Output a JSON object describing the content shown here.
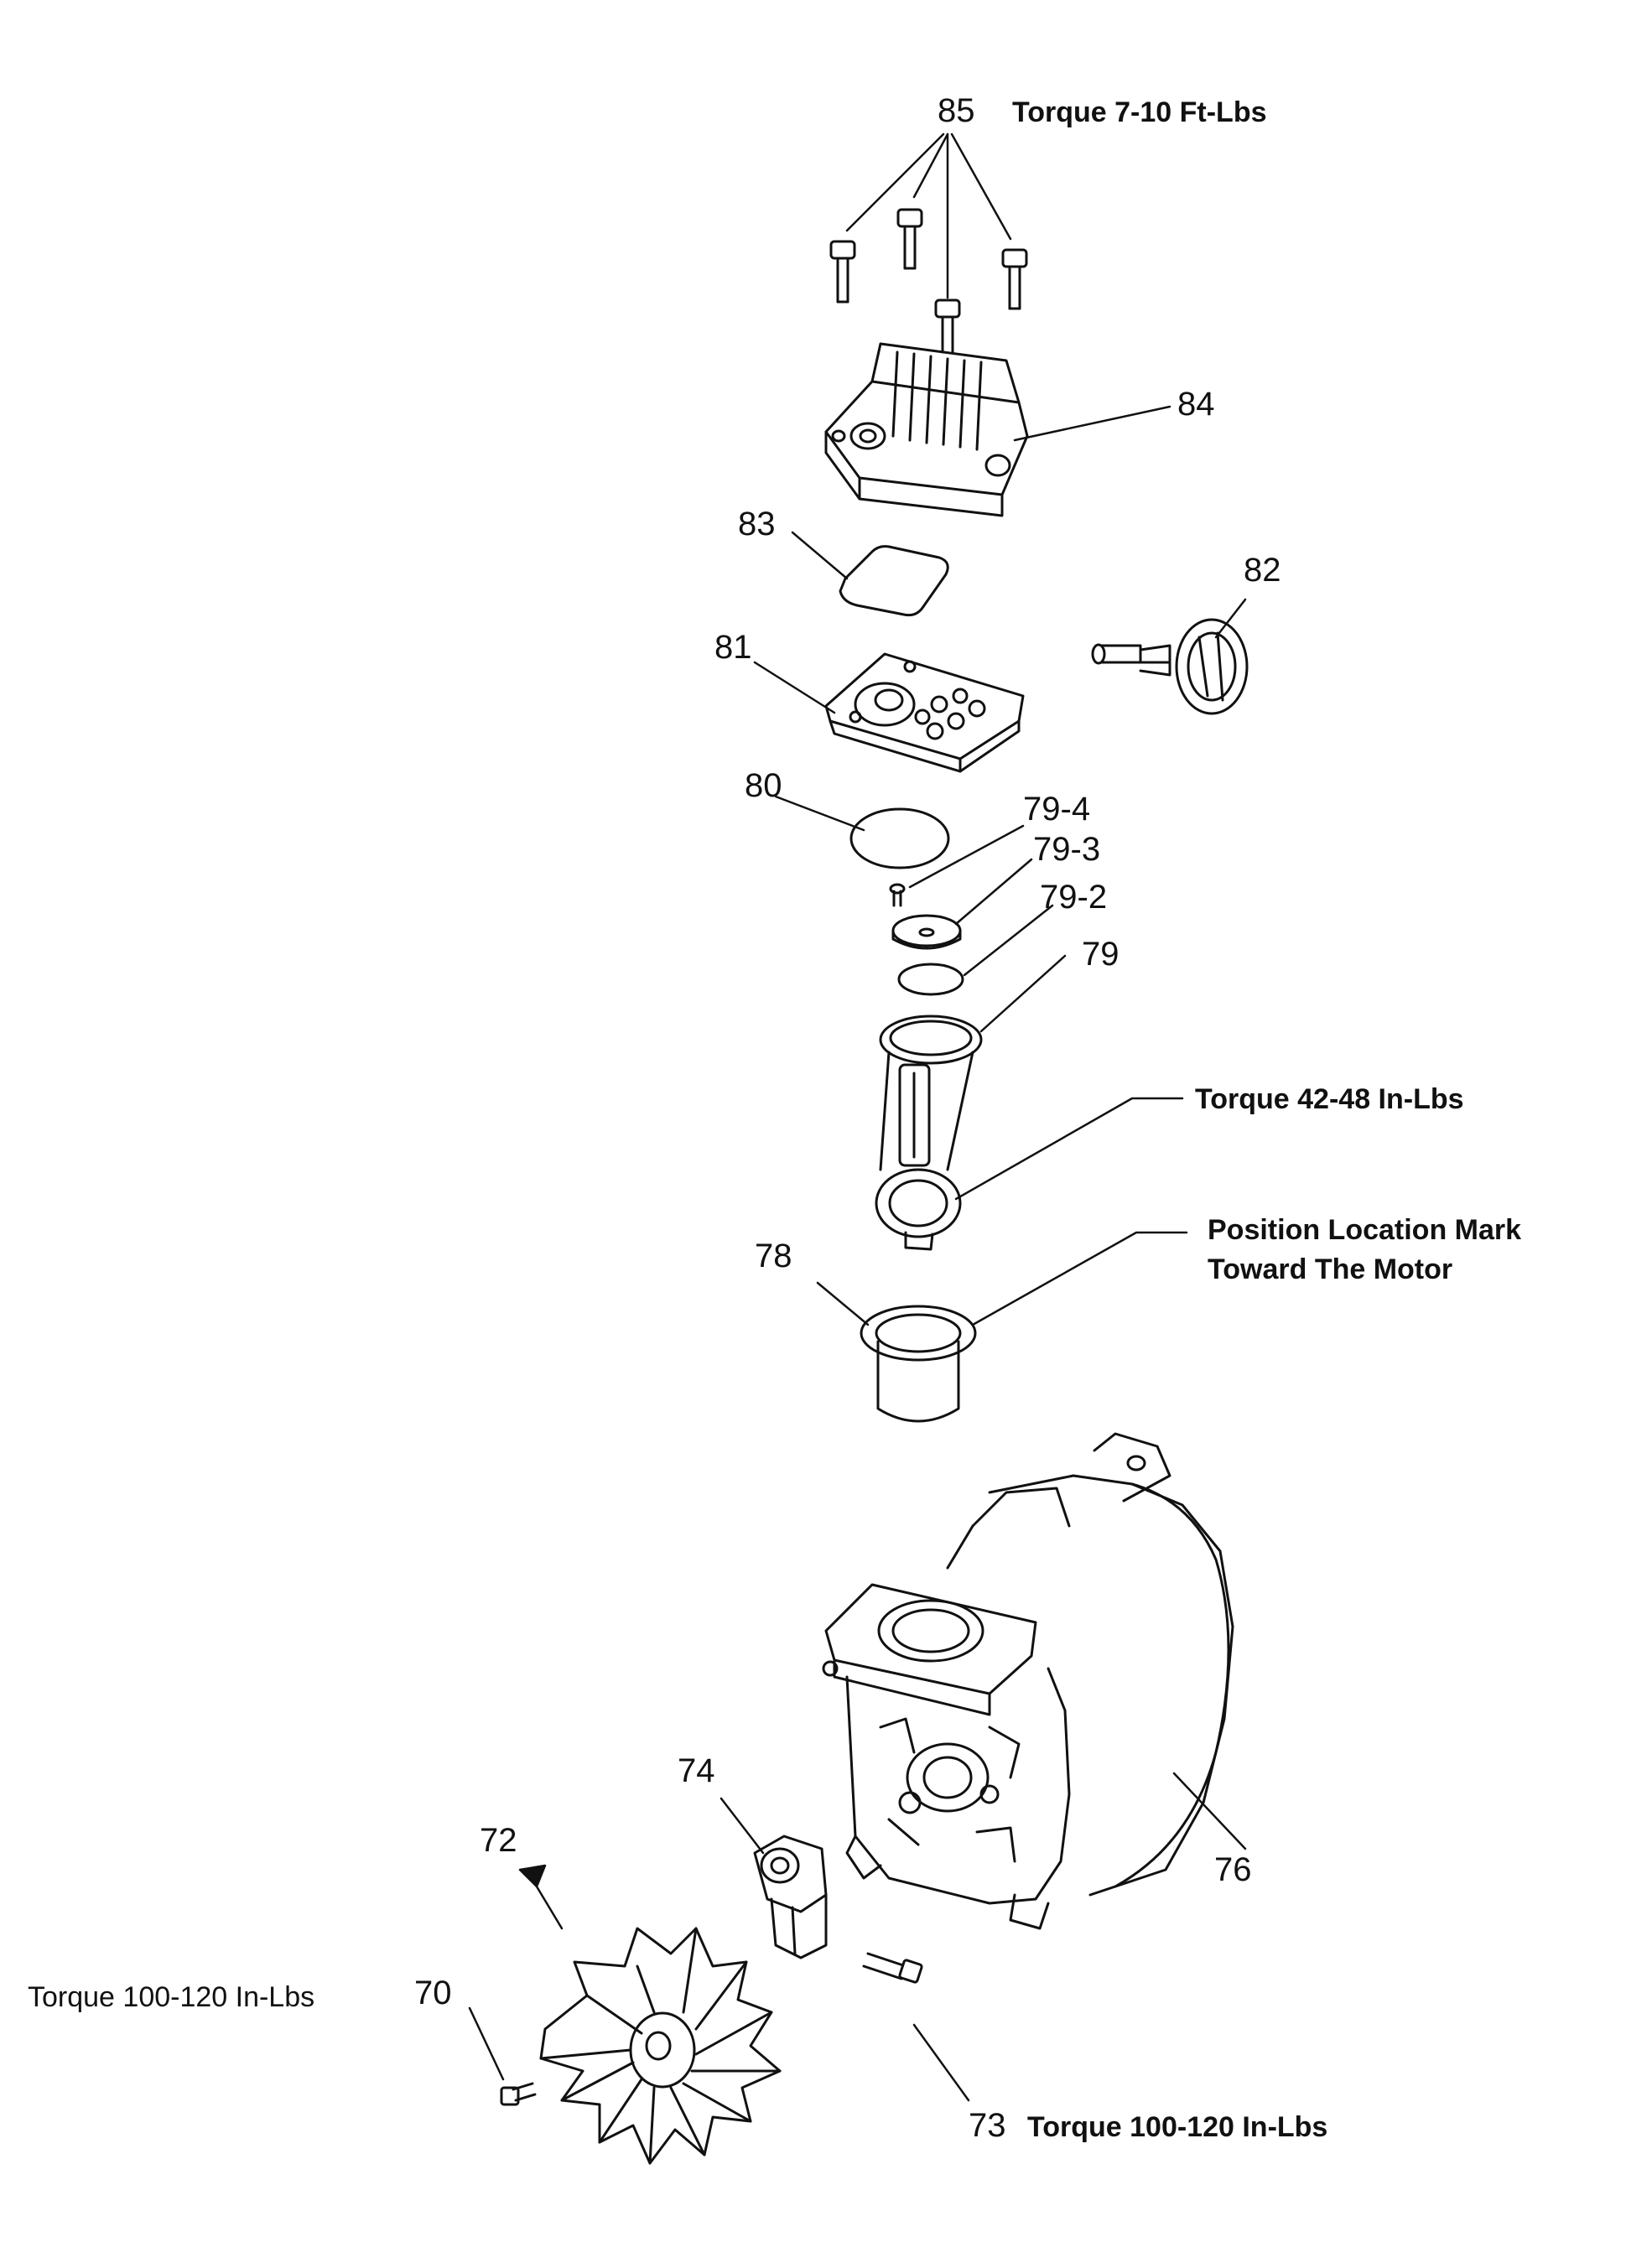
{
  "parts": {
    "p70": "70",
    "p72": "72",
    "p73": "73",
    "p74": "74",
    "p76": "76",
    "p78": "78",
    "p79": "79",
    "p79_2": "79-2",
    "p79_3": "79-3",
    "p79_4": "79-4",
    "p80": "80",
    "p81": "81",
    "p82": "82",
    "p83": "83",
    "p84": "84",
    "p85": "85"
  },
  "notes": {
    "torque_head": "Torque 7-10 Ft-Lbs",
    "torque_rod": "Torque 42-48 In-Lbs",
    "position_line1": "Position Location Mark",
    "position_line2": "Toward The Motor",
    "torque_fan": "Torque 100-120 In-Lbs",
    "torque_bolt": "Torque 100-120 In-Lbs"
  }
}
